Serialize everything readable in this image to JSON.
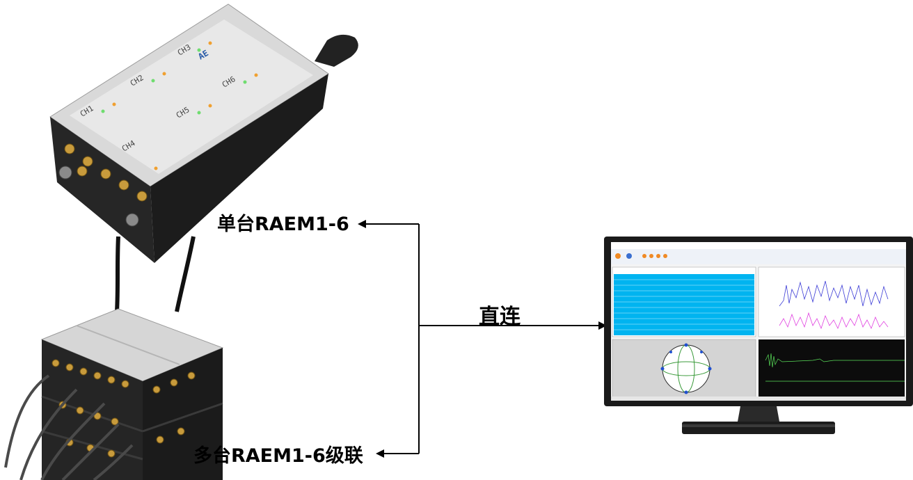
{
  "labels": {
    "single_device": "单台RAEM1-6",
    "multi_device": "多台RAEM1-6级联",
    "direct_connection": "直连"
  },
  "device": {
    "channel_labels": [
      "CH1",
      "CH2",
      "CH3",
      "CH4",
      "CH5",
      "CH6"
    ]
  },
  "monitor": {
    "screen_content": "acoustic emission analysis software"
  }
}
